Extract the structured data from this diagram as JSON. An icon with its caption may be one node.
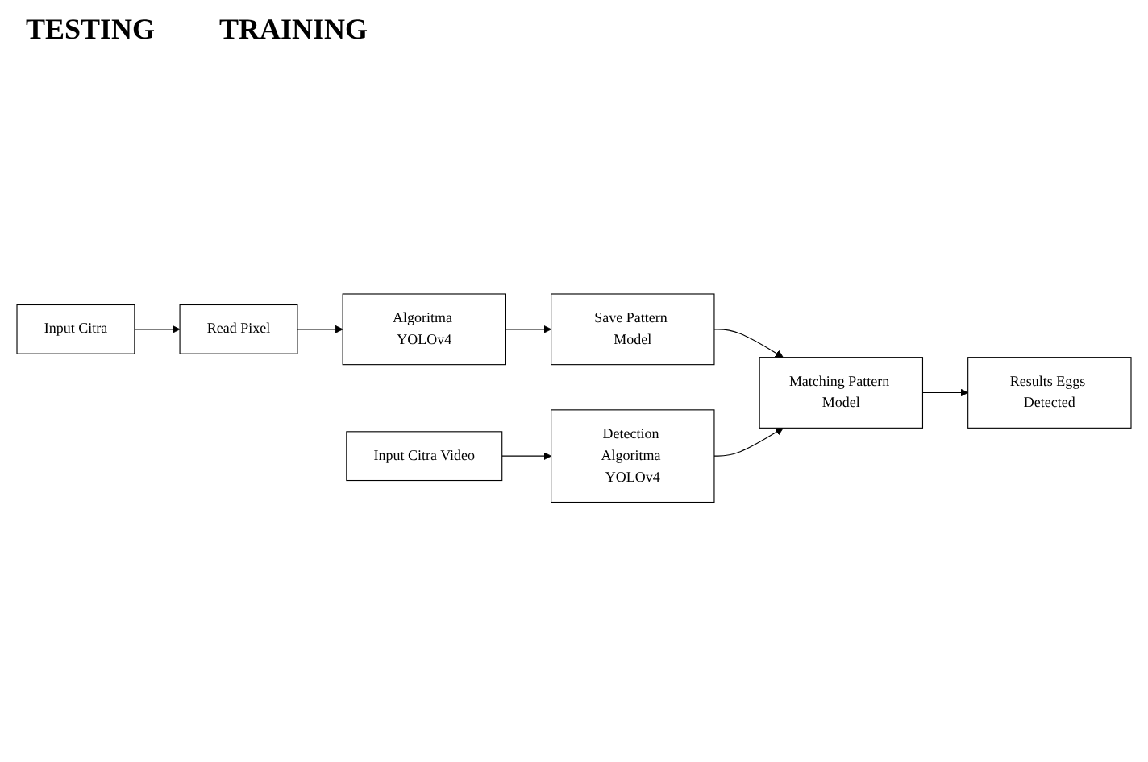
{
  "diagram": {
    "nodes": [
      {
        "text": [
          "Input Citra"
        ]
      },
      {
        "text": [
          "Read Pixel"
        ]
      },
      {
        "text": [
          "Algoritma YOLOv4"
        ]
      },
      {
        "text": [
          "Save Pattern Model"
        ]
      },
      {
        "text": [
          "Input Citra Video"
        ]
      },
      {
        "text": [
          "Detection Algoritma YOLOv4"
        ]
      },
      {
        "text": [
          "Matching Pattern Model"
        ]
      },
      {
        "text": [
          "Results Eggs Detected"
        ]
      }
    ],
    "edges": [
      {
        "from": 0,
        "to": 1,
        "arrow": "to"
      },
      {
        "from": 1,
        "to": 2,
        "arrow": "to"
      },
      {
        "from": 2,
        "to": 3,
        "arrow": "to"
      },
      {
        "from": 3,
        "to": 6,
        "arrow": "to"
      },
      {
        "from": 4,
        "to": 5,
        "arrow": "to"
      },
      {
        "from": 5,
        "to": 6,
        "arrow": "to"
      },
      {
        "from": 6,
        "to": 7,
        "arrow": "to"
      }
    ],
    "labels": [
      "TESTING",
      "TRAINING"
    ]
  }
}
